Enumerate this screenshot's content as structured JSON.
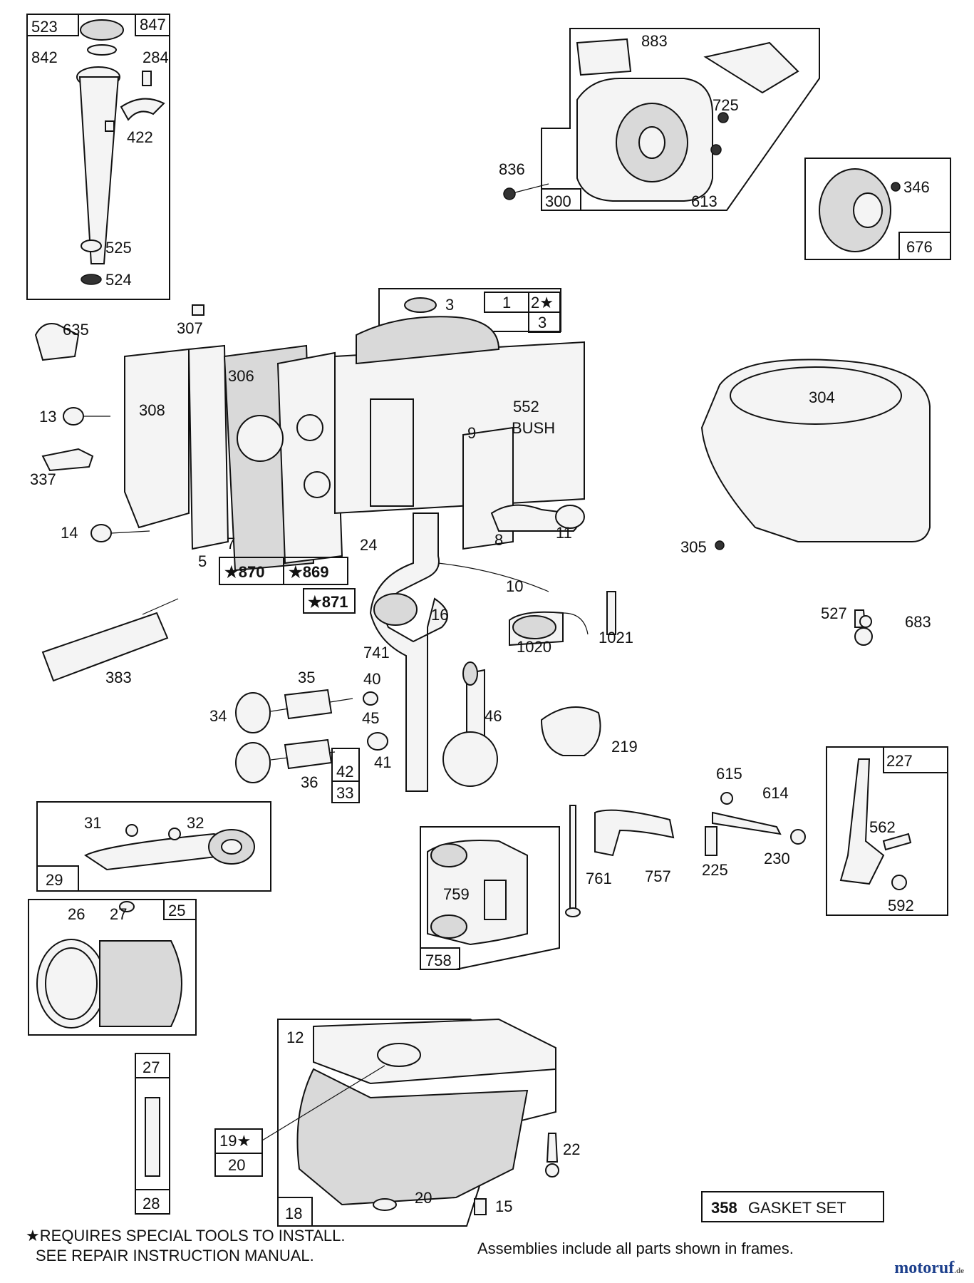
{
  "labels": {
    "523": "523",
    "847": "847",
    "842": "842",
    "284": "284",
    "422": "422",
    "525": "525",
    "524": "524",
    "883": "883",
    "725": "725",
    "836": "836",
    "300": "300",
    "613": "613",
    "346": "346",
    "676": "676",
    "3": "3",
    "1": "1",
    "2": "2★",
    "3b": "3",
    "635": "635",
    "307": "307",
    "306": "306",
    "308": "308",
    "13": "13",
    "337": "337",
    "14": "14",
    "552": "552",
    "bush": "BUSH",
    "9": "9",
    "8": "8",
    "11": "11",
    "7": "7",
    "5": "5",
    "870": "★870",
    "869": "★869",
    "871": "★871",
    "24": "24",
    "10": "10",
    "304": "304",
    "305": "305",
    "16": "16",
    "1020": "1020",
    "1021": "1021",
    "527": "527",
    "683": "683",
    "383": "383",
    "741": "741",
    "35": "35",
    "40": "40",
    "34": "34",
    "45": "45",
    "46": "46",
    "219": "219",
    "41": "41",
    "36": "36",
    "42": "42",
    "33": "33",
    "615": "615",
    "614": "614",
    "227": "227",
    "562": "562",
    "225": "225",
    "230": "230",
    "592": "592",
    "31": "31",
    "32": "32",
    "29": "29",
    "761": "761",
    "757": "757",
    "759": "759",
    "758": "758",
    "26": "26",
    "27": "27",
    "25": "25",
    "12": "12",
    "27b": "27",
    "28": "28",
    "19": "19★",
    "20": "20",
    "22": "22",
    "18": "18",
    "20b": "20",
    "15": "15"
  },
  "gasket_set": {
    "number": "358",
    "text": "GASKET SET"
  },
  "notes": {
    "special_tools_line1": "★REQUIRES SPECIAL TOOLS TO INSTALL.",
    "special_tools_line2": "SEE REPAIR INSTRUCTION MANUAL.",
    "assemblies": "Assemblies include all parts shown in frames."
  },
  "brand": {
    "name": "motoruf",
    "tld": ".de"
  }
}
